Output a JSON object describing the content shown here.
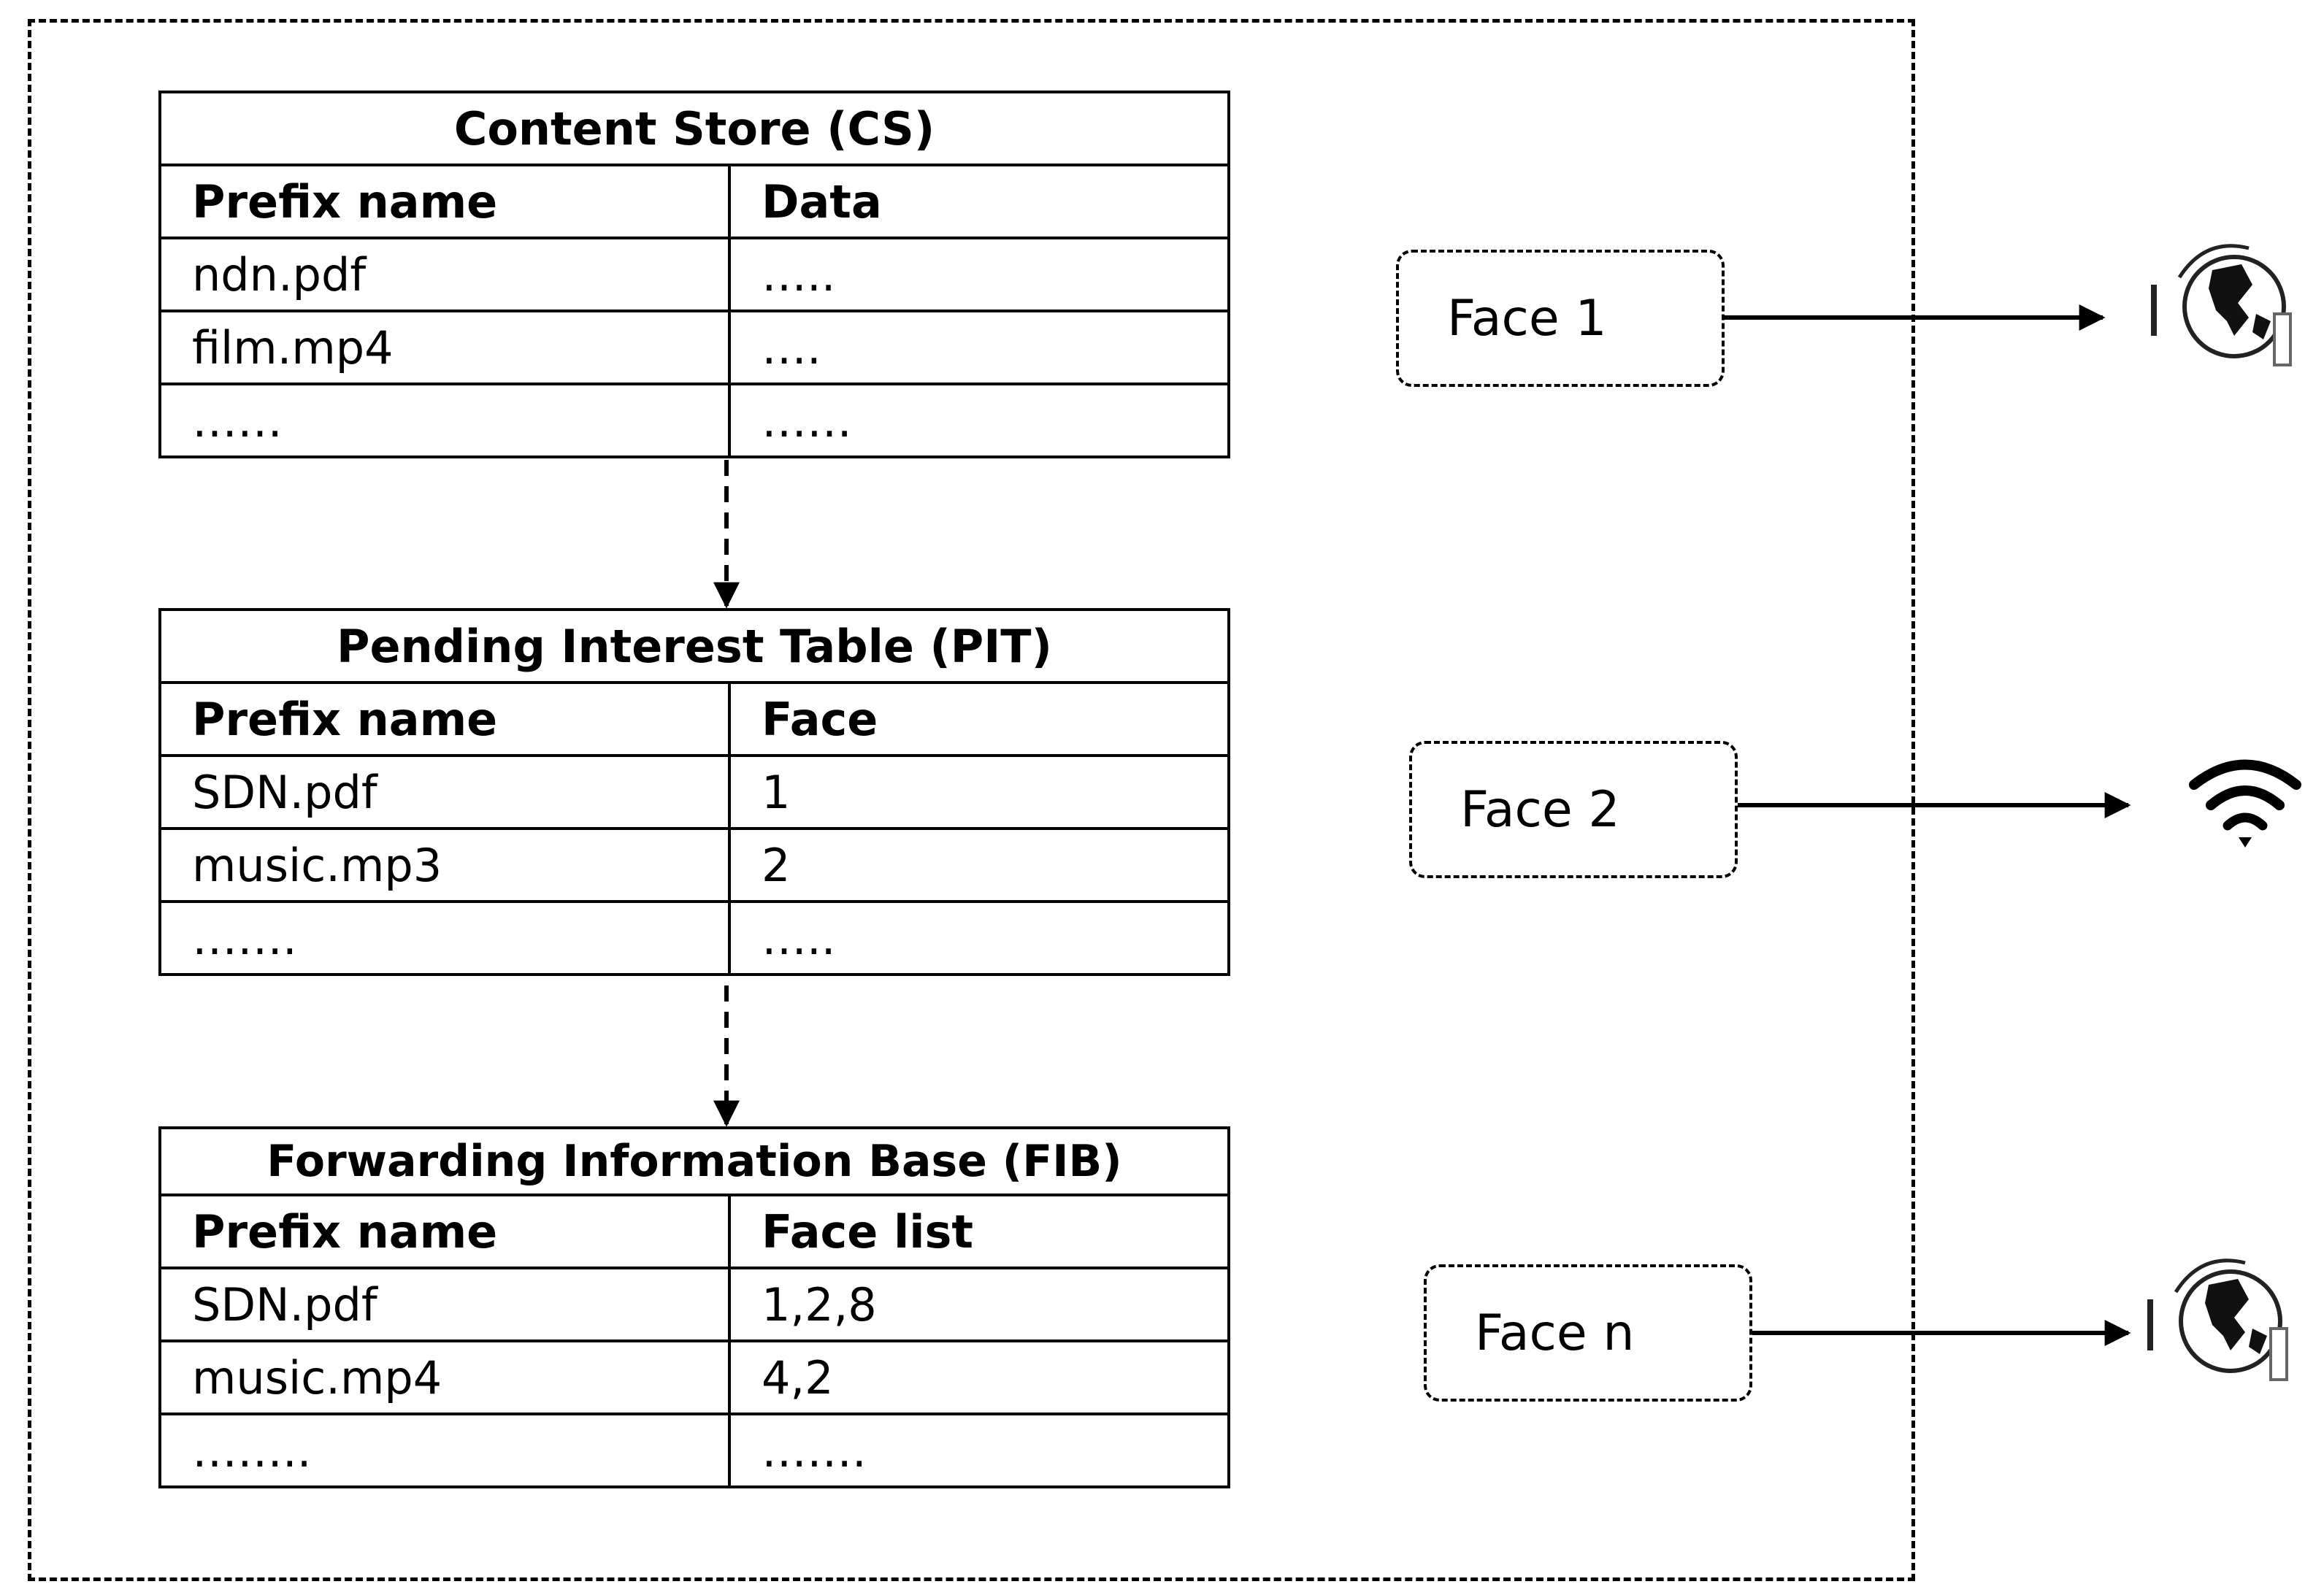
{
  "content_store": {
    "title": "Content Store (CS)",
    "headers": [
      "Prefix name",
      "Data"
    ],
    "rows": [
      [
        "ndn.pdf",
        "….."
      ],
      [
        "film.mp4",
        "…."
      ],
      [
        "……",
        "……"
      ]
    ]
  },
  "pit": {
    "title": "Pending Interest Table (PIT)",
    "headers": [
      "Prefix name",
      "Face"
    ],
    "rows": [
      [
        "SDN.pdf",
        "1"
      ],
      [
        "music.mp3",
        "2"
      ],
      [
        "…….",
        "….."
      ]
    ]
  },
  "fib": {
    "title": "Forwarding Information Base (FIB)",
    "headers": [
      "Prefix name",
      "Face list"
    ],
    "rows": [
      [
        "SDN.pdf",
        "1,2,8"
      ],
      [
        "music.mp4",
        "4,2"
      ],
      [
        "……..",
        "……."
      ]
    ]
  },
  "faces": [
    "Face 1",
    "Face 2",
    "Face n"
  ],
  "icons": [
    "globe-network-icon",
    "wifi-icon",
    "globe-network-icon"
  ]
}
